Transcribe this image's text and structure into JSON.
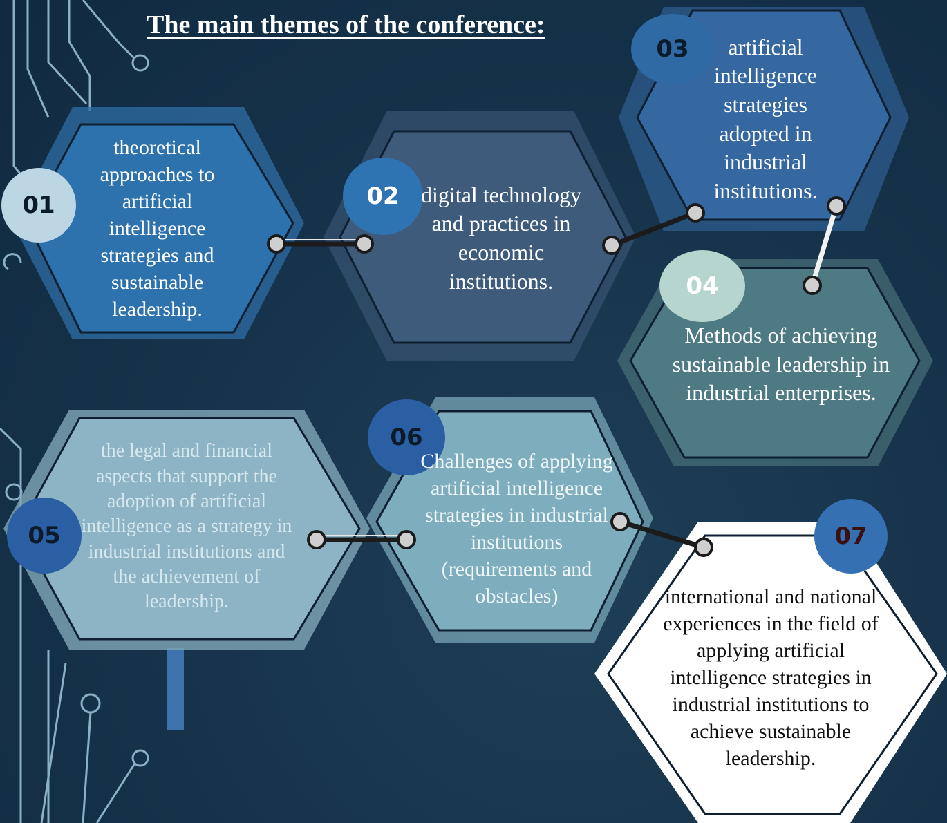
{
  "title": "The main themes of the conference:",
  "colors": {
    "background": "#17344c",
    "hex_01": "#2d72ad",
    "hex_02": "#3f5b7b",
    "hex_03": "#3567a0",
    "hex_04": "#4e7a83",
    "hex_05": "#8db4c4",
    "hex_06": "#7eadbd",
    "hex_07": "#ffffff"
  },
  "themes": [
    {
      "number": "01",
      "text": "theoretical approaches to artificial intelligence strategies and sustainable leadership."
    },
    {
      "number": "02",
      "text": "digital technology and practices in economic institutions."
    },
    {
      "number": "03",
      "text": "artificial intelligence strategies adopted in industrial institutions."
    },
    {
      "number": "04",
      "text": "Methods of achieving sustainable leadership in industrial enterprises."
    },
    {
      "number": "05",
      "text": "the legal and financial aspects that support the adoption of artificial intelligence as a strategy in industrial institutions and the achievement of leadership."
    },
    {
      "number": "06",
      "text": "Challenges of applying artificial intelligence strategies in industrial institutions (requirements and obstacles)"
    },
    {
      "number": "07",
      "text": "international and national experiences in the field of applying artificial intelligence strategies in industrial institutions to achieve sustainable leadership."
    }
  ]
}
